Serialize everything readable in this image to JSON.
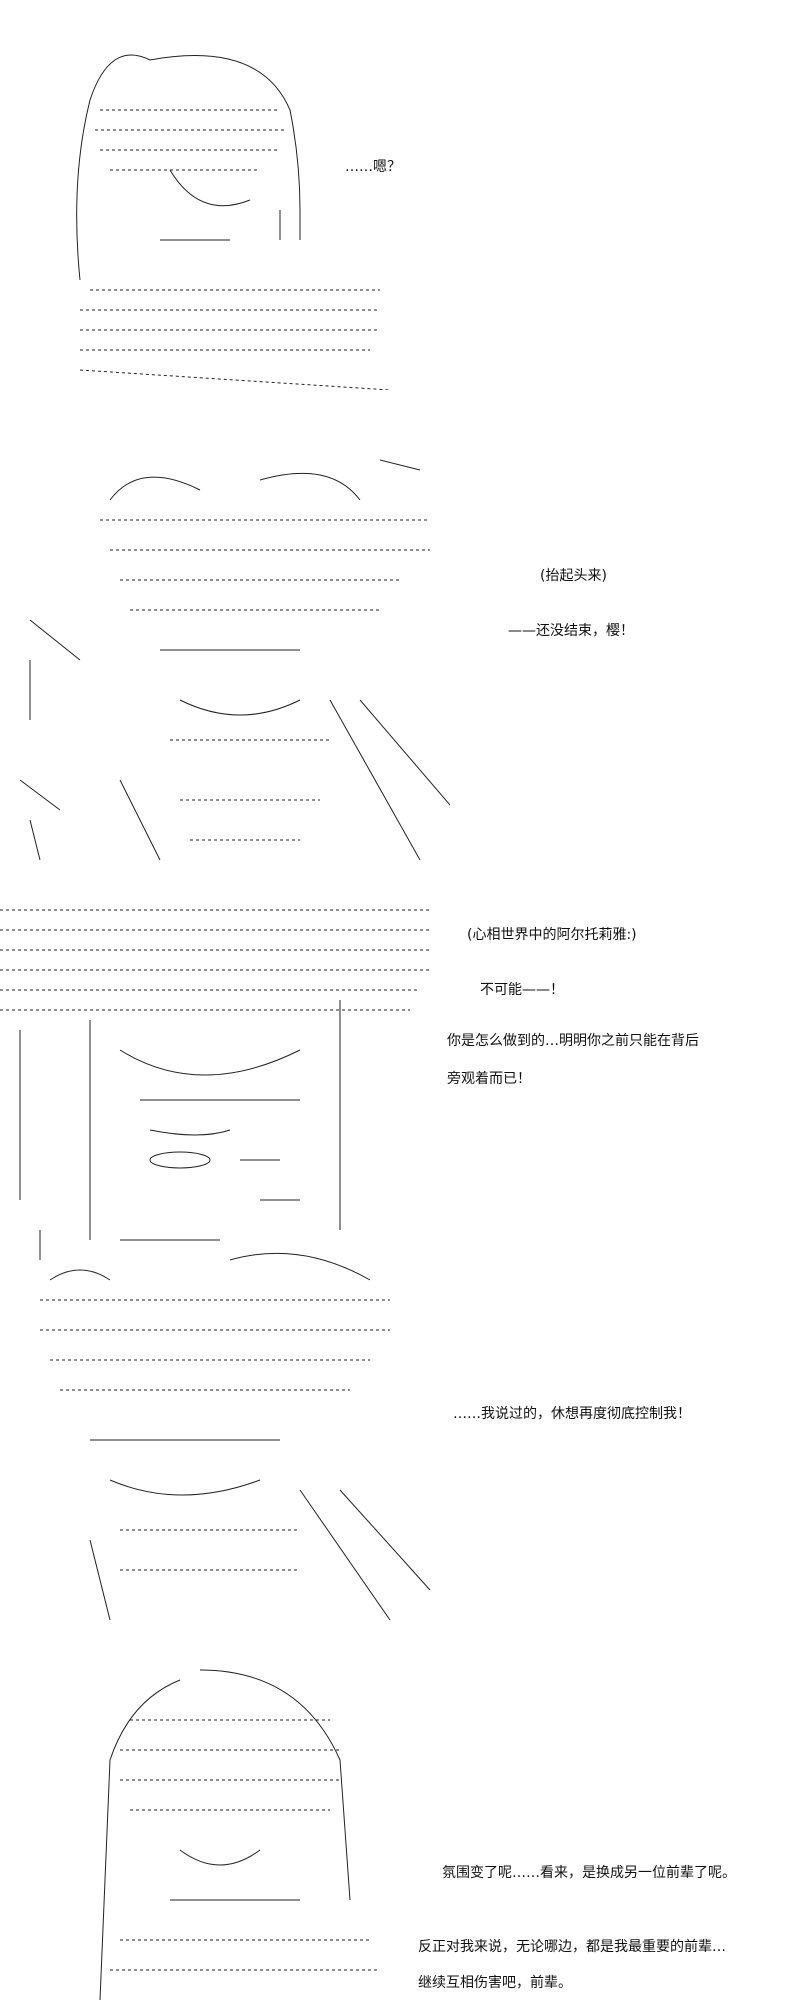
{
  "panels": [
    {
      "lines": [
        "……嗯？"
      ]
    },
    {
      "lines": [
        "(抬起头来)",
        "——还没结束，樱！"
      ]
    },
    {
      "lines": [
        "(心相世界中的阿尔托莉雅:)",
        "不可能——！",
        "你是怎么做到的…明明你之前只能在背后",
        "旁观着而已！"
      ]
    },
    {
      "lines": [
        "……我说过的，休想再度彻底控制我！"
      ]
    },
    {
      "lines": [
        "氛围变了呢……看来，是换成另一位前辈了呢。",
        "反正对我来说，无论哪边，都是我最重要的前辈…",
        "继续互相伤害吧，前辈。"
      ]
    }
  ]
}
